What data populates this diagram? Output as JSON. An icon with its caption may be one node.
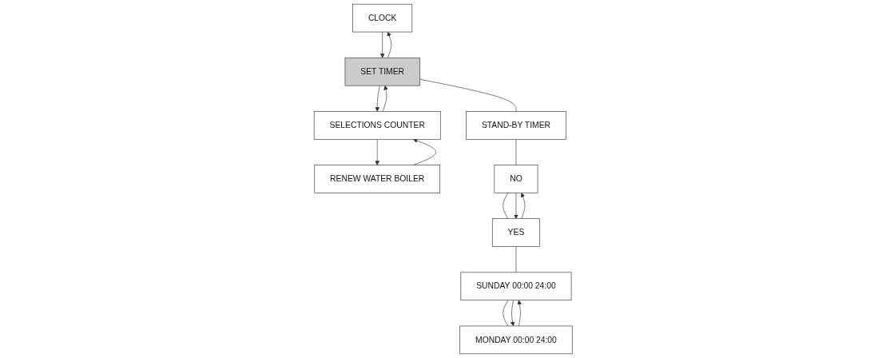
{
  "diagram": {
    "nodes": [
      {
        "text": [
          "CLOCK"
        ]
      },
      {
        "text": [
          "SET TIMER"
        ]
      },
      {
        "text": [
          "SELECTIONS COUNTER"
        ]
      },
      {
        "text": [
          "RENEW WATER BOILER"
        ]
      },
      {
        "text": [
          "STAND-BY TIMER"
        ]
      },
      {
        "text": [
          "NO"
        ]
      },
      {
        "text": [
          "YES"
        ]
      },
      {
        "text": [
          "SUNDAY 00:00 24:00"
        ]
      },
      {
        "text": [
          "MONDAY 00:00 24:00"
        ]
      }
    ],
    "edges": [
      {
        "from": 0,
        "to": 1,
        "arrow": "to"
      },
      {
        "from": 1,
        "to": 0,
        "arrow": "to"
      },
      {
        "from": 1,
        "to": 2,
        "arrow": "to"
      },
      {
        "from": 2,
        "to": 1,
        "arrow": "to"
      },
      {
        "from": 2,
        "to": 3,
        "arrow": "to"
      },
      {
        "from": 3,
        "to": 2,
        "arrow": "to"
      },
      {
        "from": 1,
        "to": 4,
        "arrow": "none"
      },
      {
        "from": 4,
        "to": 5,
        "arrow": "none"
      },
      {
        "from": 5,
        "to": 6,
        "arrow": "none"
      },
      {
        "from": 5,
        "to": 6,
        "arrow": "to"
      },
      {
        "from": 6,
        "to": 5,
        "arrow": "to"
      },
      {
        "from": 6,
        "to": 7,
        "arrow": "none"
      },
      {
        "from": 7,
        "to": 8,
        "arrow": "none"
      },
      {
        "from": 7,
        "to": 8,
        "arrow": "to"
      },
      {
        "from": 8,
        "to": 7,
        "arrow": "to"
      }
    ]
  }
}
